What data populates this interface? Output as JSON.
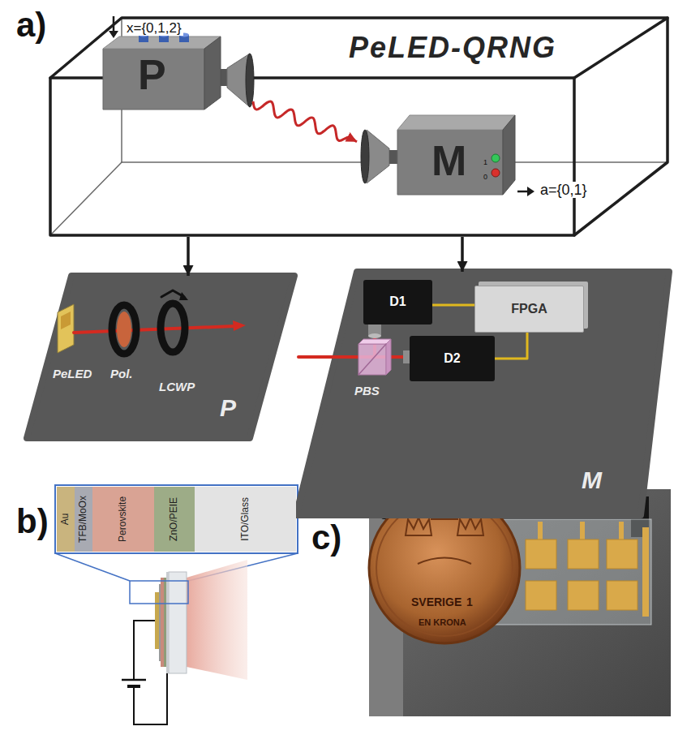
{
  "diagram": {
    "nodes": [
      {
        "text": [
          "PeLED-QRNG"
        ]
      },
      {
        "text": [
          "P"
        ],
        "in": 0
      },
      {
        "text": [
          "M"
        ],
        "in": 0
      },
      {
        "text": [
          "PeLED",
          "Pol.",
          "LCWP",
          "P"
        ]
      },
      {
        "text": [
          "PBS",
          "M"
        ]
      },
      {
        "text": [
          "D1"
        ],
        "in": 4
      },
      {
        "text": [
          "FPGA"
        ],
        "in": 4
      },
      {
        "text": [
          "D2"
        ],
        "in": 4
      },
      {
        "text": [
          "Au"
        ]
      },
      {
        "text": [
          "TFB/MoOx"
        ]
      },
      {
        "text": [
          "Perovskite"
        ]
      },
      {
        "text": [
          "ZnO/PEIE"
        ]
      },
      {
        "text": [
          "ITO/Glass"
        ]
      }
    ],
    "edges": [
      {
        "from": 1,
        "to": 2,
        "arrow": "to"
      },
      {
        "from": 0,
        "to": 3,
        "arrow": "to"
      },
      {
        "from": 0,
        "to": 4,
        "arrow": "to"
      },
      {
        "from": 5,
        "to": 6,
        "arrow": "none"
      },
      {
        "from": 7,
        "to": 6,
        "arrow": "none"
      }
    ],
    "labels": [
      "a)",
      "x={0,1,2}",
      "1",
      "0",
      "a={0,1}",
      "b)",
      "c)",
      "SVERIGE",
      "1",
      "EN KRONA"
    ]
  }
}
